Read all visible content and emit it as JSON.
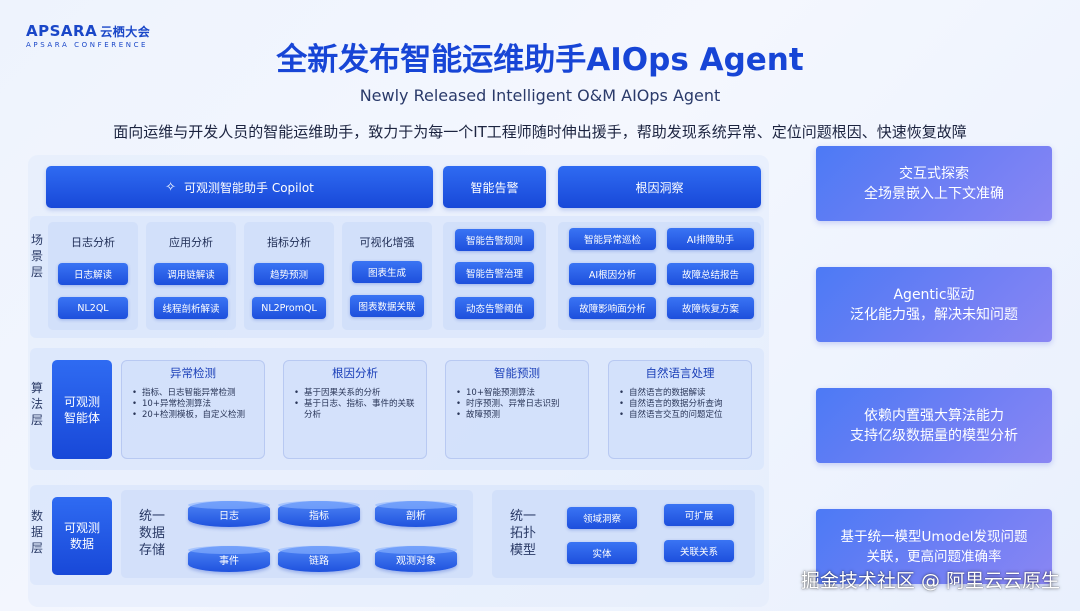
{
  "logo": {
    "brand": "APSARA",
    "brand_cn": "云栖大会",
    "sub": "APSARA CONFERENCE"
  },
  "title": "全新发布智能运维助手AIOps Agent",
  "subtitle": "Newly Released Intelligent O&M AIOps Agent",
  "tagline": "面向运维与开发人员的智能运维助手，致力于为每一个IT工程师随时伸出援手，帮助发现系统异常、定位问题根因、快速恢复故障",
  "top_bar": {
    "copilot": "可观测智能助手 Copilot",
    "alert": "智能告警",
    "root_cause": "根因洞察"
  },
  "scene_layer": {
    "label": "场景层",
    "groups": [
      {
        "title": "日志分析",
        "items": [
          "日志解读",
          "NL2QL"
        ]
      },
      {
        "title": "应用分析",
        "items": [
          "调用链解读",
          "线程剖析解读"
        ]
      },
      {
        "title": "指标分析",
        "items": [
          "趋势预测",
          "NL2PromQL"
        ]
      },
      {
        "title": "可视化增强",
        "items": [
          "图表生成",
          "图表数据关联"
        ]
      }
    ],
    "alert_items": [
      "智能告警规则",
      "智能告警治理",
      "动态告警阈值"
    ],
    "root_items": [
      "智能异常巡检",
      "AI排障助手",
      "AI根因分析",
      "故障总结报告",
      "故障影响面分析",
      "故障恢复方案"
    ]
  },
  "algo_layer": {
    "label": "算法层",
    "agent": "可观测智能体",
    "cards": [
      {
        "title": "异常检测",
        "items": [
          "指标、日志智能异常检测",
          "10+异常检测算法",
          "20+检测模板，自定义检测"
        ]
      },
      {
        "title": "根因分析",
        "items": [
          "基于因果关系的分析",
          "基于日志、指标、事件的关联分析"
        ]
      },
      {
        "title": "智能预测",
        "items": [
          "10+智能预测算法",
          "时序预测、异常日志识别",
          "故障预测"
        ]
      },
      {
        "title": "自然语言处理",
        "items": [
          "自然语言的数据解读",
          "自然语言的数据分析查询",
          "自然语言交互的问题定位"
        ]
      }
    ]
  },
  "data_layer": {
    "label": "数据层",
    "agent": "可观测数据",
    "storage_label": "统一数据存储",
    "storage_items": [
      "日志",
      "指标",
      "剖析",
      "事件",
      "链路",
      "观测对象"
    ],
    "topology_label": "统一拓扑模型",
    "topology_items": [
      "领域洞察",
      "可扩展",
      "实体",
      "关联关系"
    ]
  },
  "features": [
    {
      "line1": "交互式探索",
      "line2": "全场景嵌入上下文准确"
    },
    {
      "line1": "Agentic驱动",
      "line2": "泛化能力强，解决未知问题"
    },
    {
      "line1": "依赖内置强大算法能力",
      "line2": "支持亿级数据量的模型分析"
    },
    {
      "line1": "基于统一模型Umodel发现问题",
      "line2": "关联，更高问题准确率"
    }
  ],
  "watermark": "掘金技术社区 @ 阿里云云原生",
  "colors": {
    "primary": "#1848d8",
    "accent": "#2f6bf2",
    "feature_gradient_end": "#8a86f3"
  }
}
